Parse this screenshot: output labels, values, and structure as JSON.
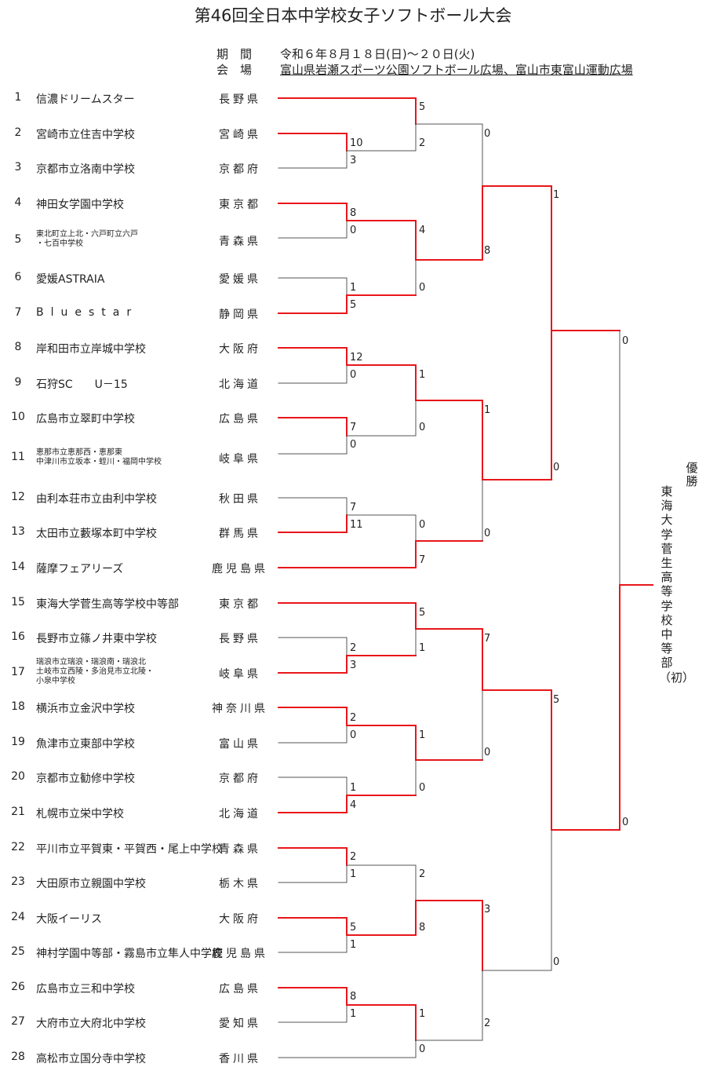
{
  "title": "第46回全日本中学校女子ソフトボール大会",
  "period": {
    "label": "期　間",
    "value": "令和６年８月１８日(日)～２０日(火)"
  },
  "venue": {
    "label": "会　場",
    "value": "富山県岩瀬スポーツ公園ソフトボール広場、富山市東富山運動広場"
  },
  "teams": [
    {
      "num": "1",
      "name": "信濃ドリームスター",
      "pref": "長野県"
    },
    {
      "num": "2",
      "name": "宮崎市立住吉中学校",
      "pref": "宮崎県"
    },
    {
      "num": "3",
      "name": "京都市立洛南中学校",
      "pref": "京都府"
    },
    {
      "num": "4",
      "name": "神田女学園中学校",
      "pref": "東京都"
    },
    {
      "num": "5",
      "name": "東北町立上北・六戸町立六戸\n・七百中学校",
      "pref": "青森県"
    },
    {
      "num": "6",
      "name": "愛媛ASTRAIA",
      "pref": "愛媛県"
    },
    {
      "num": "7",
      "name": "Bluestar",
      "pref": "静岡県"
    },
    {
      "num": "8",
      "name": "岸和田市立岸城中学校",
      "pref": "大阪府"
    },
    {
      "num": "9",
      "name": "石狩SC　　U－15",
      "pref": "北海道"
    },
    {
      "num": "10",
      "name": "広島市立翠町中学校",
      "pref": "広島県"
    },
    {
      "num": "11",
      "name": "恵那市立恵那西・恵那東\n中津川市立坂本・蛭川・福岡中学校",
      "pref": "岐阜県"
    },
    {
      "num": "12",
      "name": "由利本荘市立由利中学校",
      "pref": "秋田県"
    },
    {
      "num": "13",
      "name": "太田市立藪塚本町中学校",
      "pref": "群馬県"
    },
    {
      "num": "14",
      "name": "薩摩フェアリーズ",
      "pref": "鹿児島県"
    },
    {
      "num": "15",
      "name": "東海大学菅生高等学校中等部",
      "pref": "東京都"
    },
    {
      "num": "16",
      "name": "長野市立篠ノ井東中学校",
      "pref": "長野県"
    },
    {
      "num": "17",
      "name": "瑞浪市立瑞浪・瑞浪南・瑞浪北\n土岐市立西陵・多治見市立北陵・\n小泉中学校",
      "pref": "岐阜県"
    },
    {
      "num": "18",
      "name": "横浜市立金沢中学校",
      "pref": "神奈川県"
    },
    {
      "num": "19",
      "name": "魚津市立東部中学校",
      "pref": "富山県"
    },
    {
      "num": "20",
      "name": "京都市立勧修中学校",
      "pref": "京都府"
    },
    {
      "num": "21",
      "name": "札幌市立栄中学校",
      "pref": "北海道"
    },
    {
      "num": "22",
      "name": "平川市立平賀東・平賀西・尾上中学校",
      "pref": "青森県"
    },
    {
      "num": "23",
      "name": "大田原市立親園中学校",
      "pref": "栃木県"
    },
    {
      "num": "24",
      "name": "大阪イーリス",
      "pref": "大阪府"
    },
    {
      "num": "25",
      "name": "神村学園中等部・霧島市立隼人中学校",
      "pref": "鹿児島県"
    },
    {
      "num": "26",
      "name": "広島市立三和中学校",
      "pref": "広島県"
    },
    {
      "num": "27",
      "name": "大府市立大府北中学校",
      "pref": "愛知県"
    },
    {
      "num": "28",
      "name": "高松市立国分寺中学校",
      "pref": "香川県"
    }
  ],
  "scores": [
    {
      "id": "s1",
      "value": "5"
    },
    {
      "id": "s2",
      "value": "2"
    },
    {
      "id": "s3",
      "value": "10"
    },
    {
      "id": "s4",
      "value": "3"
    },
    {
      "id": "s5",
      "value": "0"
    },
    {
      "id": "s6",
      "value": "8"
    },
    {
      "id": "s7",
      "value": "1"
    },
    {
      "id": "s8",
      "value": "8"
    },
    {
      "id": "s9",
      "value": "0"
    },
    {
      "id": "s10",
      "value": "4"
    },
    {
      "id": "s11",
      "value": "0"
    },
    {
      "id": "s12",
      "value": "1"
    },
    {
      "id": "s13",
      "value": "5"
    },
    {
      "id": "s14",
      "value": "0"
    },
    {
      "id": "s15",
      "value": "12"
    },
    {
      "id": "s16",
      "value": "0"
    },
    {
      "id": "s17",
      "value": "1"
    },
    {
      "id": "s18",
      "value": "0"
    },
    {
      "id": "s19",
      "value": "7"
    },
    {
      "id": "s20",
      "value": "0"
    },
    {
      "id": "s21",
      "value": "1"
    },
    {
      "id": "s22",
      "value": "0"
    },
    {
      "id": "s23",
      "value": "7"
    },
    {
      "id": "s24",
      "value": "11"
    },
    {
      "id": "s25",
      "value": "0"
    },
    {
      "id": "s26",
      "value": "7"
    },
    {
      "id": "s27",
      "value": "0"
    },
    {
      "id": "s28",
      "value": "5"
    },
    {
      "id": "s29",
      "value": "1"
    },
    {
      "id": "s30",
      "value": "2"
    },
    {
      "id": "s31",
      "value": "3"
    },
    {
      "id": "s32",
      "value": "7"
    },
    {
      "id": "s33",
      "value": "0"
    },
    {
      "id": "s34",
      "value": "5"
    },
    {
      "id": "s35",
      "value": "2"
    },
    {
      "id": "s36",
      "value": "0"
    },
    {
      "id": "s37",
      "value": "1"
    },
    {
      "id": "s38",
      "value": "0"
    },
    {
      "id": "s39",
      "value": "1"
    },
    {
      "id": "s40",
      "value": "4"
    },
    {
      "id": "s41",
      "value": "0"
    },
    {
      "id": "s42",
      "value": "2"
    },
    {
      "id": "s43",
      "value": "1"
    },
    {
      "id": "s44",
      "value": "2"
    },
    {
      "id": "s45",
      "value": "8"
    },
    {
      "id": "s46",
      "value": "5"
    },
    {
      "id": "s47",
      "value": "1"
    },
    {
      "id": "s48",
      "value": "3"
    },
    {
      "id": "s49",
      "value": "0"
    },
    {
      "id": "s50",
      "value": "8"
    },
    {
      "id": "s51",
      "value": "1"
    },
    {
      "id": "s52",
      "value": "1"
    },
    {
      "id": "s53",
      "value": "0"
    },
    {
      "id": "s54",
      "value": "2"
    }
  ],
  "champion": {
    "label": "優勝",
    "team": "東海大学菅生高等学校中等部（初）"
  },
  "colors": {
    "winner_line": "#e8161b",
    "loser_line": "#555555"
  }
}
